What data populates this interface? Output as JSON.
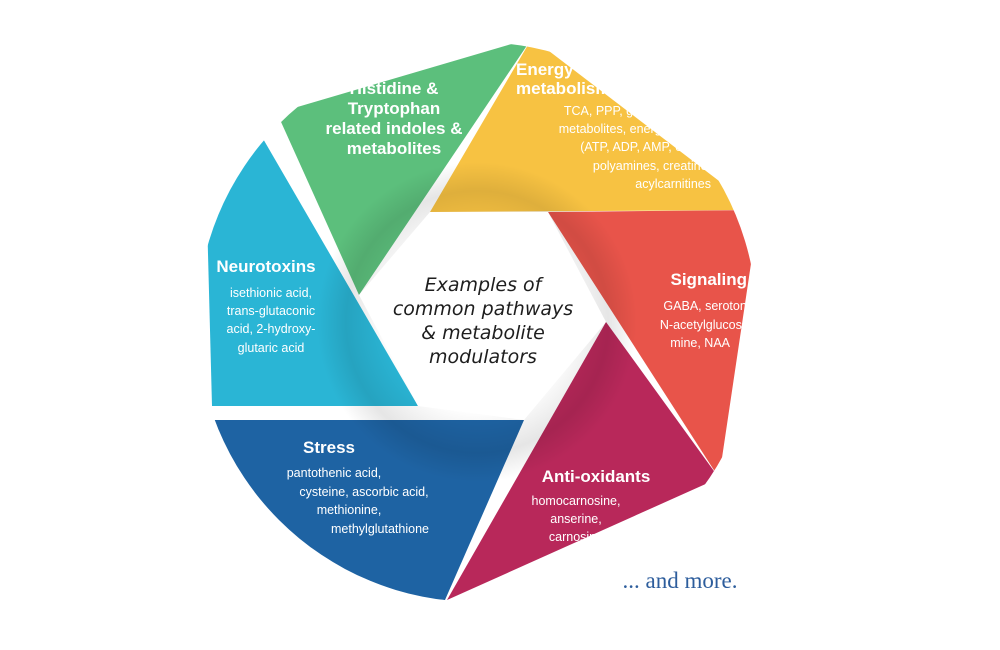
{
  "center": {
    "lines": [
      "Examples of",
      "common pathways",
      "& metabolite",
      "modulators"
    ]
  },
  "segments": [
    {
      "id": "histidine",
      "color": "#5cbf7c",
      "title": [
        "Histidine &",
        "Tryptophan",
        "related indoles &",
        "metabolites"
      ],
      "body": []
    },
    {
      "id": "energy",
      "color": "#f7c242",
      "title": [
        "Energy",
        "metabolism"
      ],
      "body": [
        "TCA, PPP, glycolysis, NAD",
        "metabolites, energy carriers",
        "(ATP, ADP, AMP, etc.),",
        "polyamines, creatine,",
        "acylcarnitines"
      ]
    },
    {
      "id": "signaling",
      "color": "#e8544a",
      "title": [
        "Signaling"
      ],
      "body": [
        "GABA, serotonin,",
        "N-acetylglucosa-",
        "mine, NAA"
      ]
    },
    {
      "id": "antioxidants",
      "color": "#b8285a",
      "title": [
        "Anti-oxidants"
      ],
      "body": [
        "homocarnosine,",
        "anserine,",
        "carnosine"
      ]
    },
    {
      "id": "stress",
      "color": "#1e63a3",
      "title": [
        "Stress"
      ],
      "body": [
        "pantothenic acid,",
        "cysteine, ascorbic acid,",
        "methionine,",
        "methylglutathione"
      ]
    },
    {
      "id": "neurotoxins",
      "color": "#2ab5d5",
      "title": [
        "Neurotoxins"
      ],
      "body": [
        "isethionic acid,",
        "trans-glutaconic",
        "acid, 2-hydroxy-",
        "glutaric acid"
      ]
    }
  ],
  "footer": {
    "more": "... and more."
  }
}
